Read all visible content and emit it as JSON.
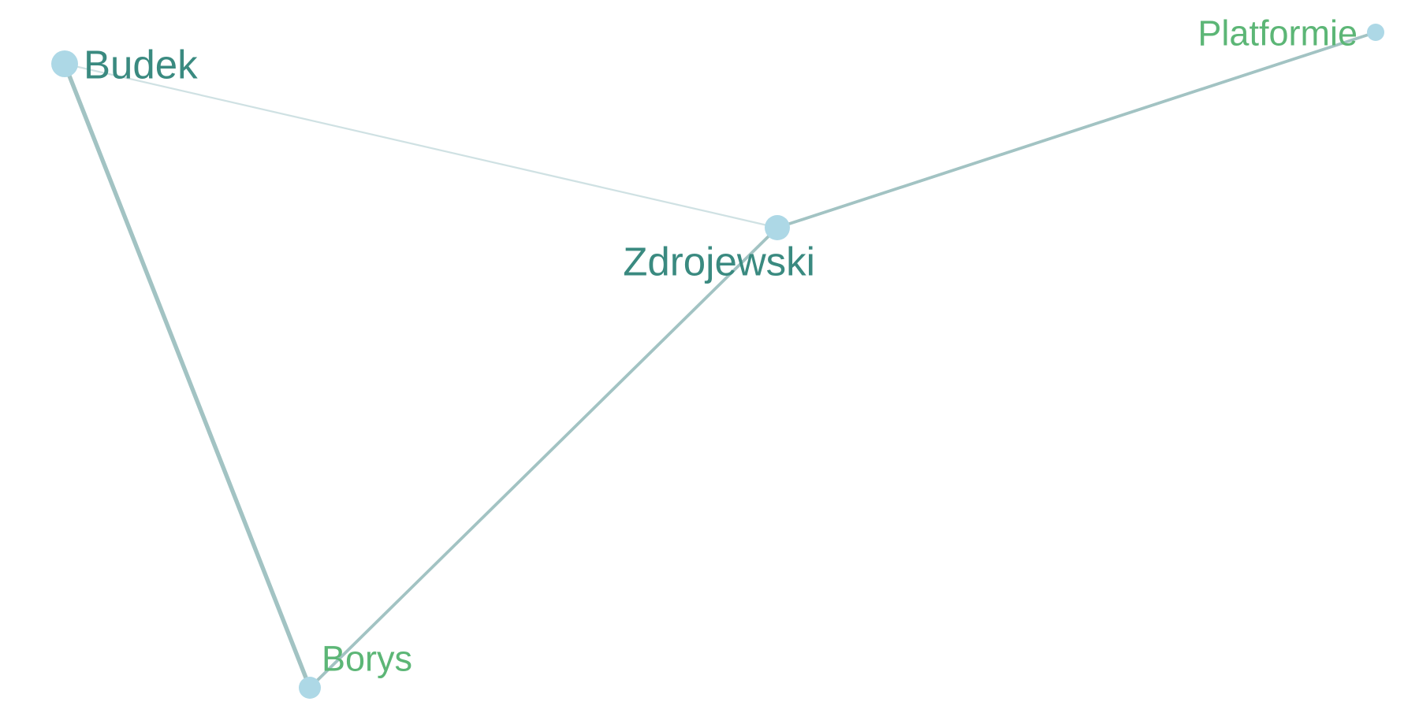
{
  "graph": {
    "nodes": [
      {
        "id": "budek",
        "label": "Budek",
        "color": "#3a8a80",
        "fill": "#add8e6"
      },
      {
        "id": "zdrojewski",
        "label": "Zdrojewski",
        "color": "#3a8a80",
        "fill": "#add8e6"
      },
      {
        "id": "platformie",
        "label": "Platformie",
        "color": "#5cb676",
        "fill": "#add8e6"
      },
      {
        "id": "borys",
        "label": "Borys",
        "color": "#5cb676",
        "fill": "#add8e6"
      }
    ],
    "edges": [
      {
        "source": "budek",
        "target": "zdrojewski",
        "weight": 1,
        "color": "#cfe1e3"
      },
      {
        "source": "budek",
        "target": "borys",
        "weight": 3,
        "color": "#a2c3c3"
      },
      {
        "source": "zdrojewski",
        "target": "platformie",
        "weight": 2,
        "color": "#a2c3c3"
      },
      {
        "source": "zdrojewski",
        "target": "borys",
        "weight": 2,
        "color": "#a2c3c3"
      }
    ]
  }
}
